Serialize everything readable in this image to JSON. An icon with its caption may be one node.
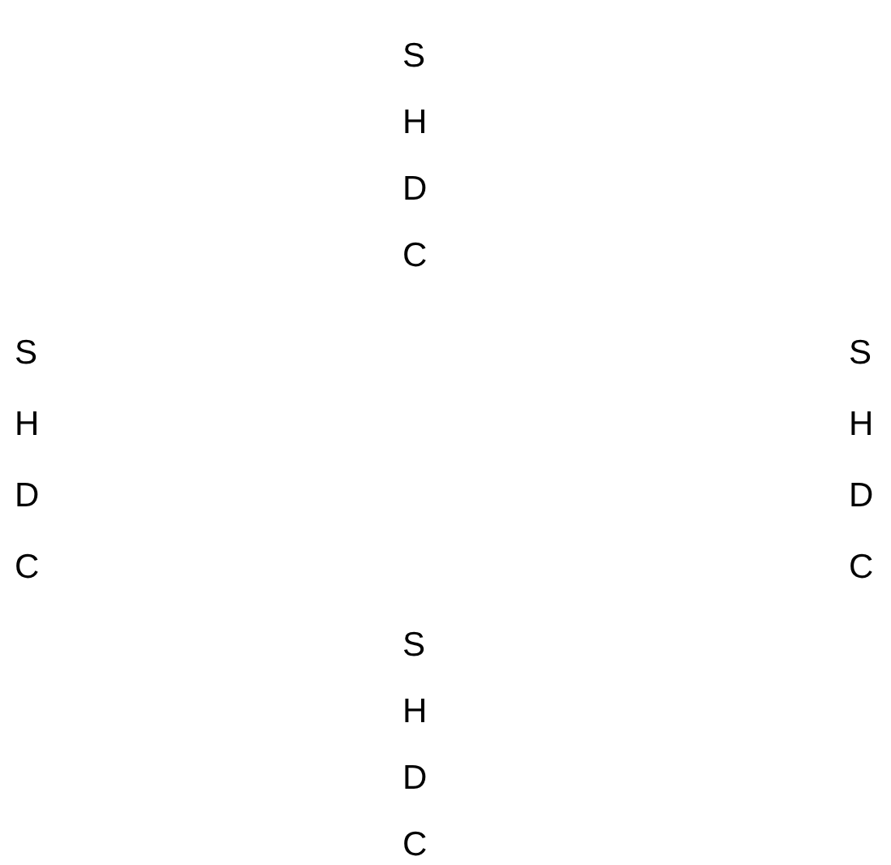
{
  "diagram": {
    "labels": [
      "S",
      "H",
      "D",
      "C",
      "S",
      "H",
      "D",
      "C",
      "S",
      "H",
      "D",
      "C",
      "S",
      "H",
      "D",
      "C"
    ]
  }
}
